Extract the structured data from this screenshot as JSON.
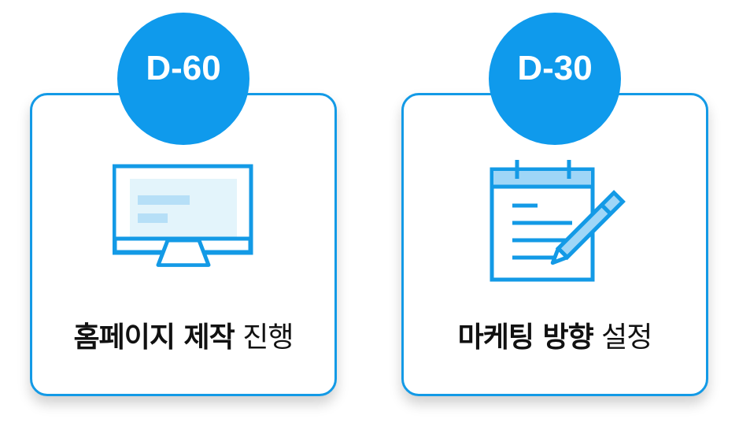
{
  "colors": {
    "accent": "#0f9aec",
    "border": "#139ae6",
    "icon_light_fill": "#e3f4fb",
    "icon_bar": "#b6dff7",
    "icon_header": "#9fd6f7",
    "text": "#111111"
  },
  "cards": [
    {
      "badge": "D-60",
      "icon": "monitor-icon",
      "label_bold": "홈페이지 제작",
      "label_light": "진행"
    },
    {
      "badge": "D-30",
      "icon": "notepad-pen-icon",
      "label_bold": "마케팅 방향",
      "label_light": "설정"
    }
  ]
}
